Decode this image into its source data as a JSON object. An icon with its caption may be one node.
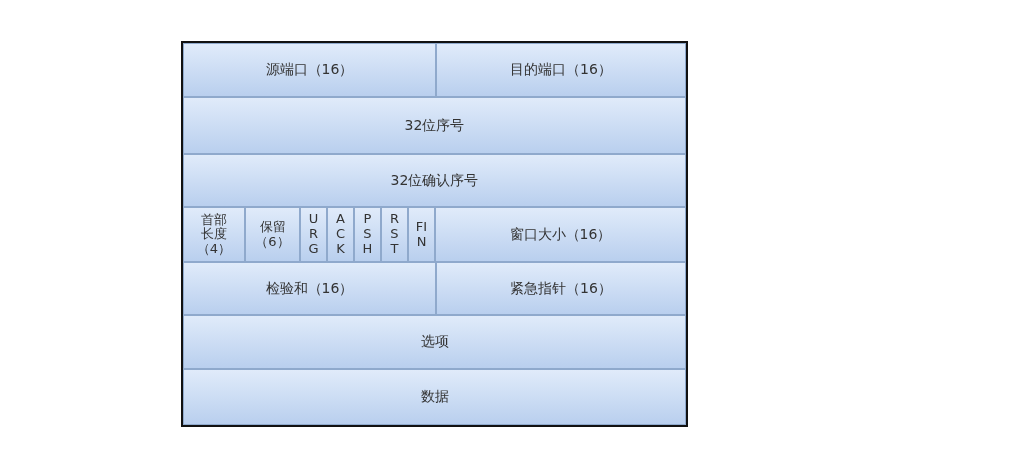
{
  "diagram": {
    "nodes": [
      {
        "text": [
          "源端口（16）"
        ]
      },
      {
        "text": [
          "目的端口（16）"
        ]
      },
      {
        "text": [
          "32位序号"
        ]
      },
      {
        "text": [
          "32位确认序号"
        ]
      },
      {
        "text": [
          "首部长度（4）"
        ]
      },
      {
        "text": [
          "保留（6）"
        ]
      },
      {
        "text": [
          "URG"
        ]
      },
      {
        "text": [
          "ACK"
        ]
      },
      {
        "text": [
          "PSH"
        ]
      },
      {
        "text": [
          "RST"
        ]
      },
      {
        "text": [
          "FIN"
        ]
      },
      {
        "text": [
          "窗口大小（16）"
        ]
      },
      {
        "text": [
          "检验和（16）"
        ]
      },
      {
        "text": [
          "紧急指针（16）"
        ]
      },
      {
        "text": [
          "选项"
        ]
      },
      {
        "text": [
          "数据"
        ]
      }
    ]
  }
}
